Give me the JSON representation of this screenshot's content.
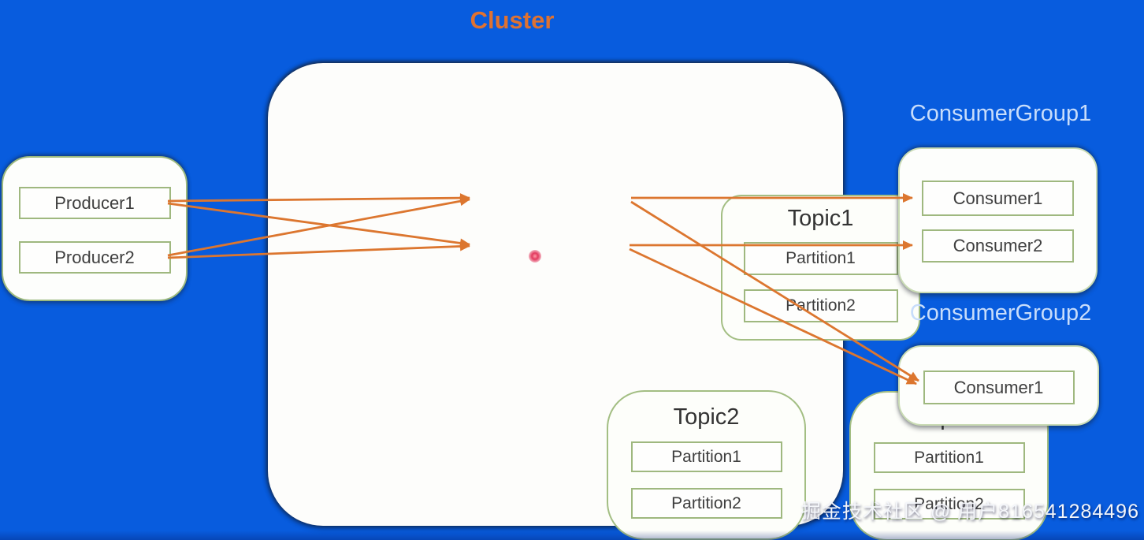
{
  "cluster": {
    "title": "Cluster",
    "topics": [
      {
        "name": "Topic1",
        "partitions": [
          "Partition1",
          "Partition2"
        ]
      },
      {
        "name": "Topic2",
        "partitions": [
          "Partition1",
          "Partition2"
        ]
      },
      {
        "name": "Topic3",
        "partitions": [
          "Partition1",
          "Partition2"
        ]
      }
    ]
  },
  "producers": [
    "Producer1",
    "Producer2"
  ],
  "consumer_groups": [
    {
      "name": "ConsumerGroup1",
      "consumers": [
        "Consumer1",
        "Consumer2"
      ]
    },
    {
      "name": "ConsumerGroup2",
      "consumers": [
        "Consumer1"
      ]
    }
  ],
  "edges": [
    {
      "from": "Producer1",
      "to": "Topic1.Partition1"
    },
    {
      "from": "Producer1",
      "to": "Topic1.Partition2"
    },
    {
      "from": "Producer2",
      "to": "Topic1.Partition1"
    },
    {
      "from": "Producer2",
      "to": "Topic1.Partition2"
    },
    {
      "from": "Topic1.Partition1",
      "to": "ConsumerGroup1.Consumer1"
    },
    {
      "from": "Topic1.Partition2",
      "to": "ConsumerGroup1.Consumer2"
    },
    {
      "from": "Topic1.Partition1",
      "to": "ConsumerGroup2.Consumer1"
    },
    {
      "from": "Topic1.Partition2",
      "to": "ConsumerGroup2.Consumer1"
    }
  ],
  "watermark": "掘金技术社区 @ 用户816541284496",
  "colors": {
    "background": "#085CDE",
    "accent_orange": "#DC762F",
    "title_orange": "#DF7231",
    "box_border_green": "#9FB87F",
    "group_label_blue_white": "#C8DDFB",
    "box_fill": "#FDFEFB",
    "node_text": "#3E3E3E",
    "laser_dot_red": "#E23A5F"
  }
}
